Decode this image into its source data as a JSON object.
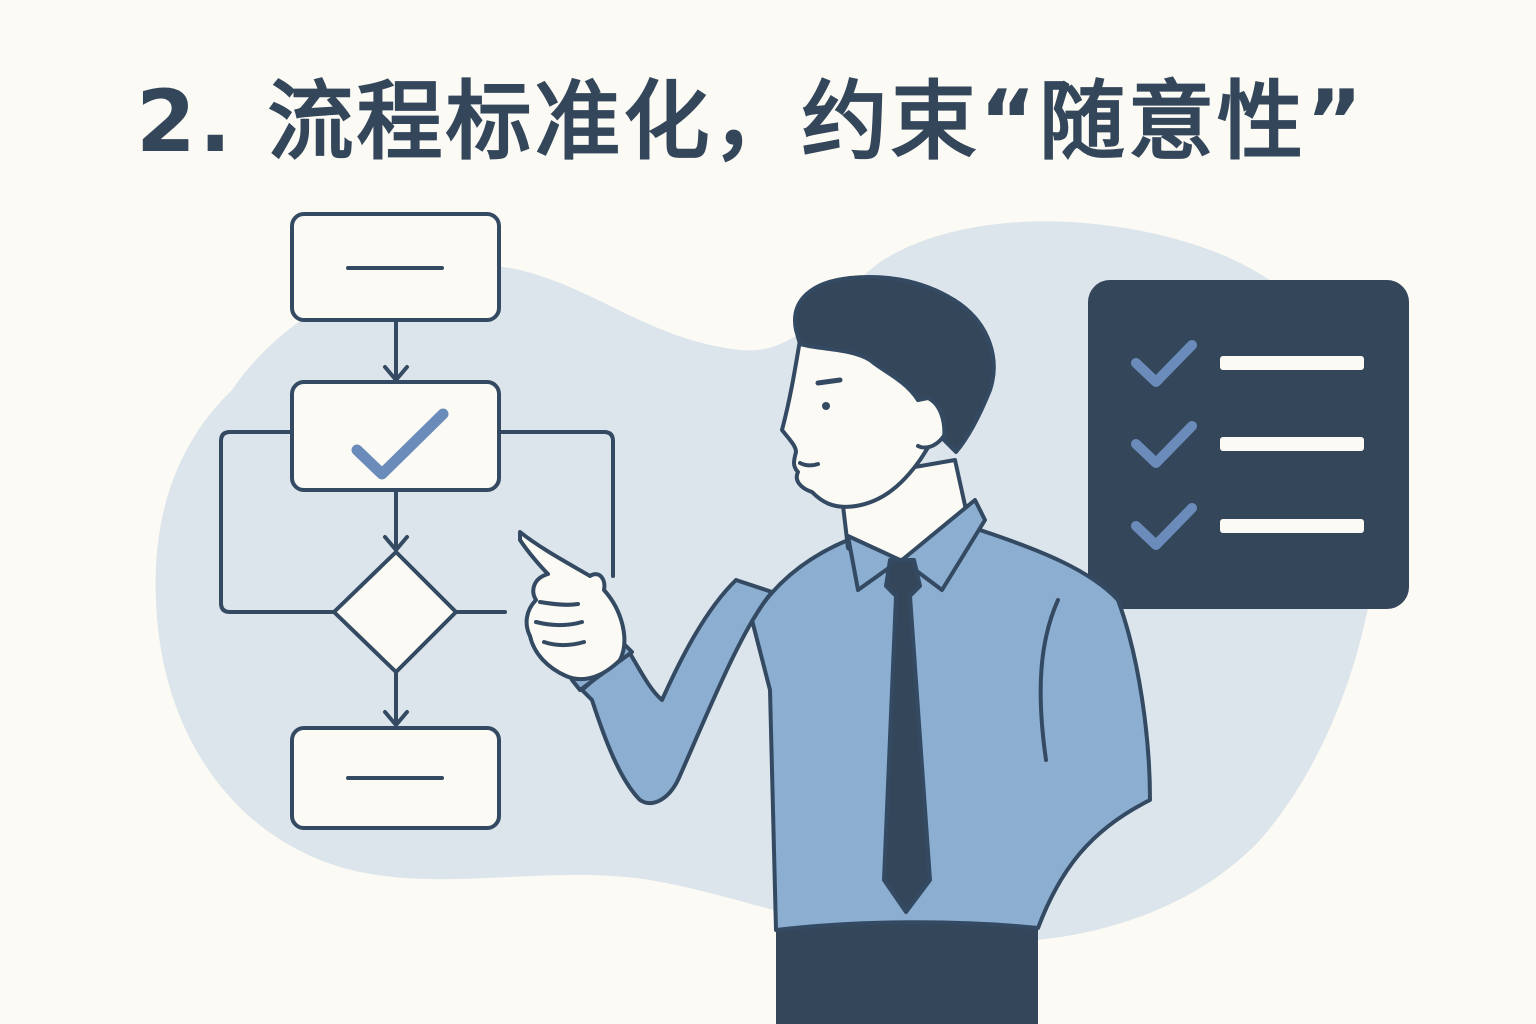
{
  "headline": "2. 流程标准化，约束“随意性”",
  "palette": {
    "background": "#fbfaf4",
    "blob": "#dce5eb",
    "ink": "#344a62",
    "accent_blue": "#6b8cbb",
    "shirt": "#8baed1",
    "panel": "#34465a",
    "skin": "#fbfaf4"
  },
  "illustration": {
    "flowchart": {
      "steps": [
        "start-box",
        "check-box",
        "decision-diamond",
        "end-box"
      ],
      "icons": [
        "check-icon",
        "arrow-down-icon"
      ]
    },
    "checklist_panel": {
      "items_checked": 3,
      "total_items": 3,
      "icons": [
        "check-icon"
      ]
    },
    "person": {
      "gesture": "pointing",
      "icons": [
        "pointing-hand-icon",
        "necktie-icon"
      ]
    }
  }
}
